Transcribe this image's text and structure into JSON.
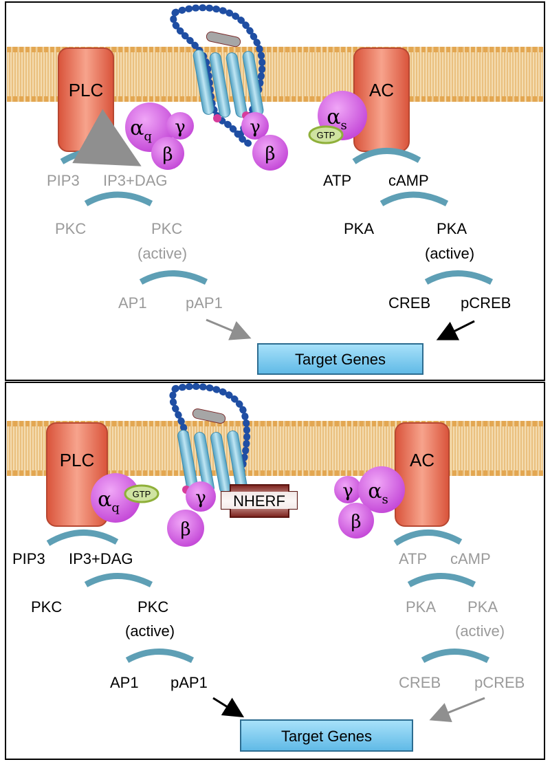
{
  "colors": {
    "active_text": "#000000",
    "inactive_text": "#9a9a9a",
    "membrane": "#e6b56e",
    "membrane_head": "#f2cf95",
    "enzyme": "#e8684a",
    "g_protein": "#cc4fdc",
    "gtp": "#a7c83a",
    "helix": "#7fc2da",
    "chain_bead": "#1f4ea3",
    "target_box": "#7fcbef",
    "nherf": "#8b2b25"
  },
  "top_panel": {
    "plc": "PLC",
    "ac": "AC",
    "alpha_q": {
      "sym": "α",
      "sub": "q"
    },
    "gamma_left": "γ",
    "beta_left": "β",
    "gamma_receptor": "γ",
    "beta_receptor": "β",
    "alpha_s": {
      "sym": "α",
      "sub": "s"
    },
    "gtp": "GTP",
    "pip3": "PIP3",
    "ip3dag": "IP3+DAG",
    "pkc": "PKC",
    "pkc_active": "PKC",
    "pkc_active_sub": "(active)",
    "ap1": "AP1",
    "pap1": "pAP1",
    "atp": "ATP",
    "camp": "cAMP",
    "pka": "PKA",
    "pka_active": "PKA",
    "pka_active_sub": "(active)",
    "creb": "CREB",
    "pcreb": "pCREB",
    "target": "Target Genes"
  },
  "bottom_panel": {
    "plc": "PLC",
    "ac": "AC",
    "alpha_q": {
      "sym": "α",
      "sub": "q"
    },
    "gtp": "GTP",
    "gamma_receptor": "γ",
    "beta_receptor": "β",
    "nherf": "NHERF",
    "gamma_right": "γ",
    "beta_right": "β",
    "alpha_s": {
      "sym": "α",
      "sub": "s"
    },
    "pip3": "PIP3",
    "ip3dag": "IP3+DAG",
    "pkc": "PKC",
    "pkc_active": "PKC",
    "pkc_active_sub": "(active)",
    "ap1": "AP1",
    "pap1": "pAP1",
    "atp": "ATP",
    "camp": "cAMP",
    "pka": "PKA",
    "pka_active": "PKA",
    "pka_active_sub": "(active)",
    "creb": "CREB",
    "pcreb": "pCREB",
    "target": "Target Genes"
  }
}
